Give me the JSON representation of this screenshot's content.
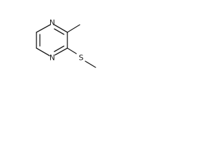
{
  "molecule": {
    "atoms": {
      "n_top": "N",
      "n_bottom": "N",
      "s": "S"
    }
  }
}
